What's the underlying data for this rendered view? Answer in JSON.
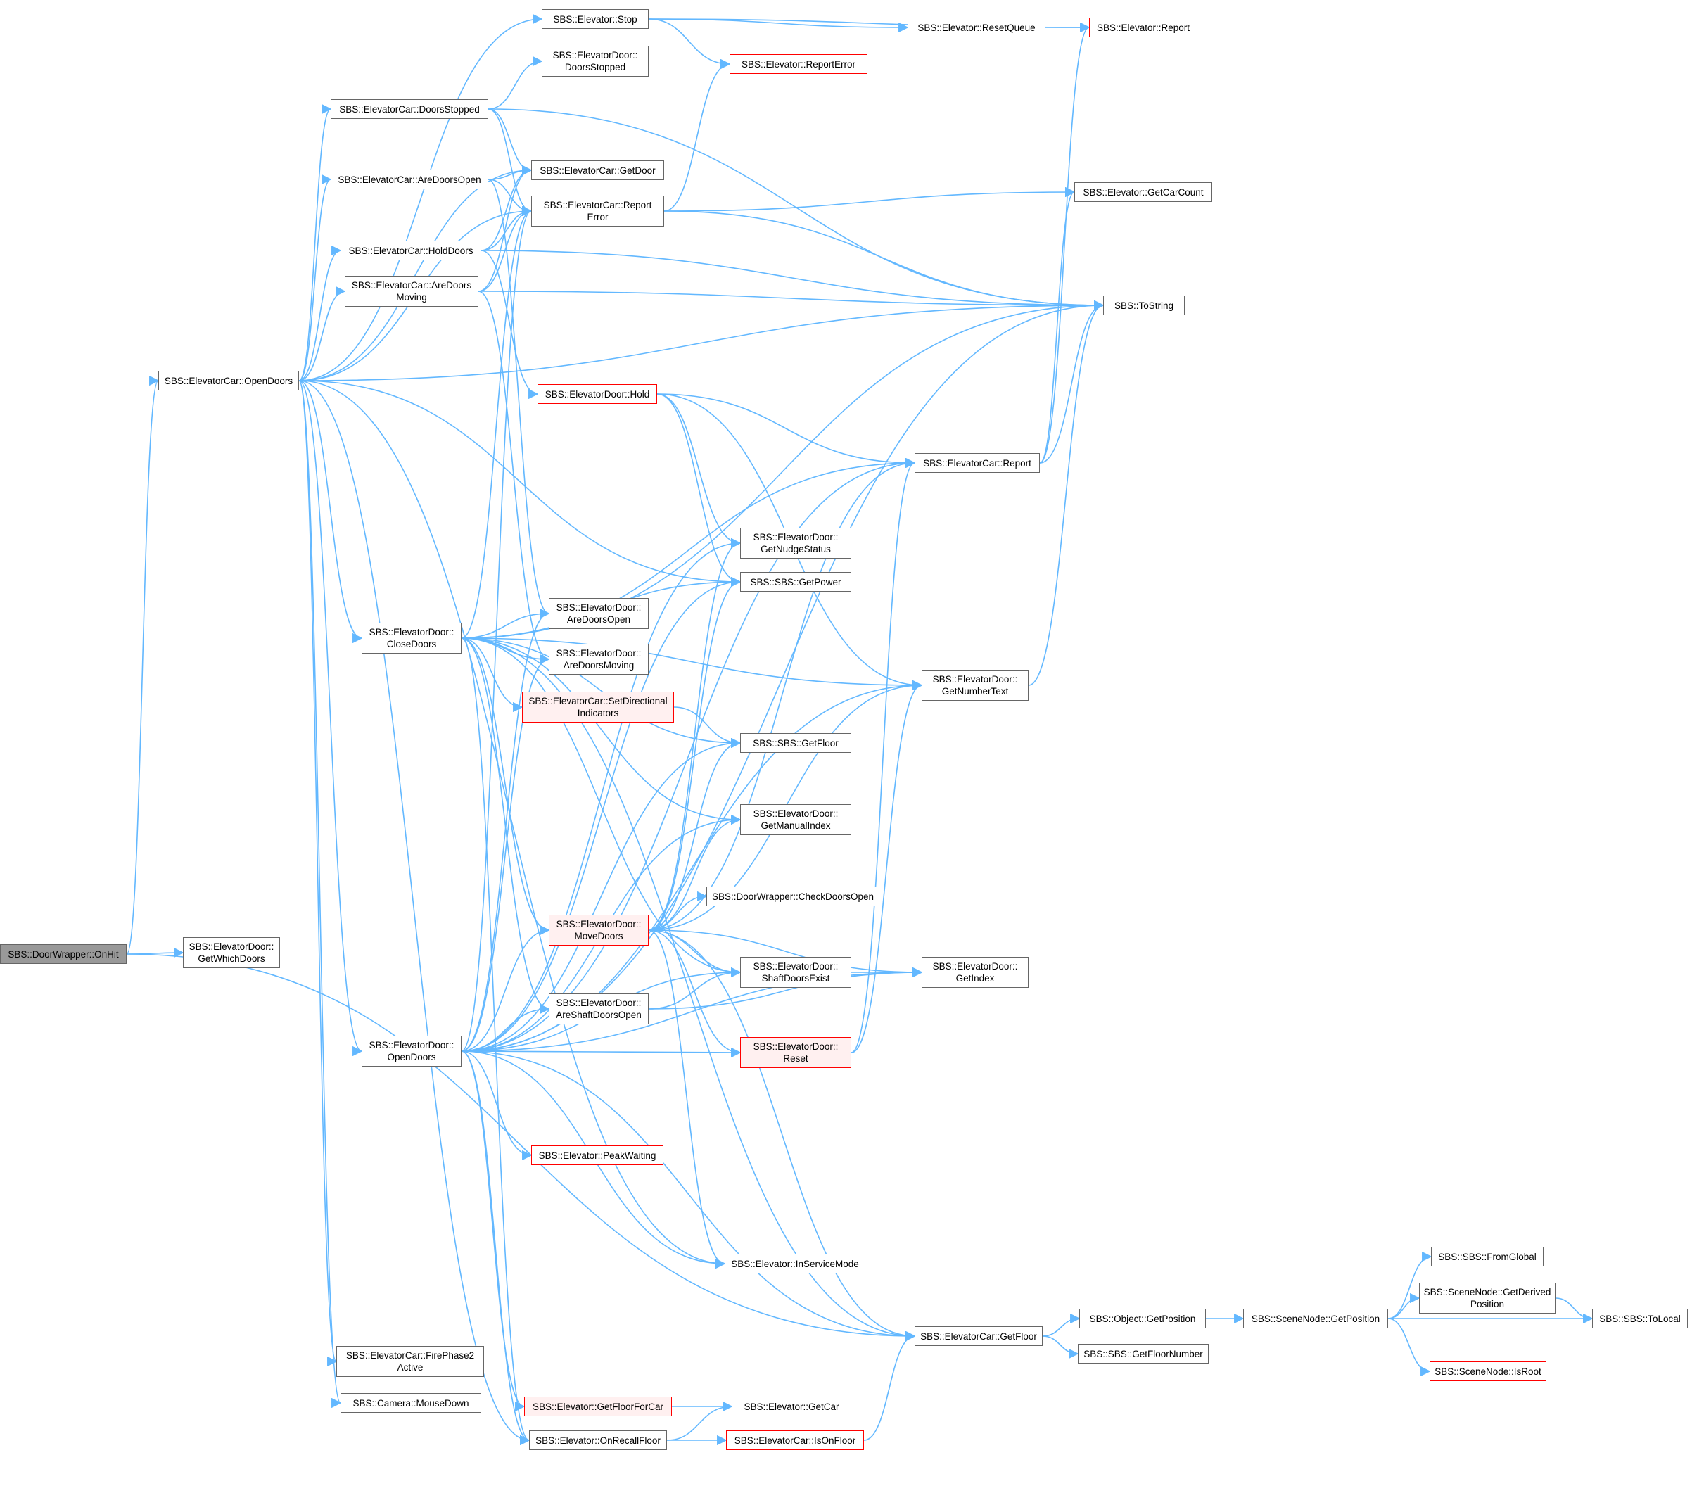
{
  "colors": {
    "edge": "#63b8ff",
    "border": "#666666",
    "error_border": "#ff0000",
    "error_fill": "#fff0f0",
    "root_fill": "#999999"
  },
  "nodes": {
    "onhit": {
      "label": "SBS::DoorWrapper::OnHit",
      "style": "root"
    },
    "getwhichdoors": {
      "label": "SBS::ElevatorDoor::\nGetWhichDoors",
      "style": "normal"
    },
    "opendoors_car": {
      "label": "SBS::ElevatorCar::OpenDoors",
      "style": "normal"
    },
    "stop": {
      "label": "SBS::Elevator::Stop",
      "style": "normal"
    },
    "resetqueue": {
      "label": "SBS::Elevator::ResetQueue",
      "style": "red"
    },
    "report_elev": {
      "label": "SBS::Elevator::Report",
      "style": "red"
    },
    "reporterror_elev": {
      "label": "SBS::Elevator::ReportError",
      "style": "red"
    },
    "door_doorsstopped": {
      "label": "SBS::ElevatorDoor::\nDoorsStopped",
      "style": "normal"
    },
    "car_doorsstopped": {
      "label": "SBS::ElevatorCar::DoorsStopped",
      "style": "normal"
    },
    "car_aredoorsopen": {
      "label": "SBS::ElevatorCar::AreDoorsOpen",
      "style": "normal"
    },
    "car_getdoor": {
      "label": "SBS::ElevatorCar::GetDoor",
      "style": "normal"
    },
    "car_reporterror": {
      "label": "SBS::ElevatorCar::Report\nError",
      "style": "normal"
    },
    "getcarcount": {
      "label": "SBS::Elevator::GetCarCount",
      "style": "normal"
    },
    "car_holddoors": {
      "label": "SBS::ElevatorCar::HoldDoors",
      "style": "normal"
    },
    "car_aredoorsmoving": {
      "label": "SBS::ElevatorCar::AreDoors\nMoving",
      "style": "normal"
    },
    "tostring": {
      "label": "SBS::ToString",
      "style": "normal"
    },
    "door_hold": {
      "label": "SBS::ElevatorDoor::Hold",
      "style": "red"
    },
    "car_report": {
      "label": "SBS::ElevatorCar::Report",
      "style": "normal"
    },
    "getnudgestatus": {
      "label": "SBS::ElevatorDoor::\nGetNudgeStatus",
      "style": "normal"
    },
    "getpower": {
      "label": "SBS::SBS::GetPower",
      "style": "normal"
    },
    "door_closedoors": {
      "label": "SBS::ElevatorDoor::\nCloseDoors",
      "style": "normal"
    },
    "door_aredoorsopen": {
      "label": "SBS::ElevatorDoor::\nAreDoorsOpen",
      "style": "normal"
    },
    "door_aredoorsmoving": {
      "label": "SBS::ElevatorDoor::\nAreDoorsMoving",
      "style": "normal"
    },
    "getnumbertext": {
      "label": "SBS::ElevatorDoor::\nGetNumberText",
      "style": "normal"
    },
    "setdirind": {
      "label": "SBS::ElevatorCar::SetDirectional\nIndicators",
      "style": "redfill"
    },
    "sbs_getfloor": {
      "label": "SBS::SBS::GetFloor",
      "style": "normal"
    },
    "getmanualindex": {
      "label": "SBS::ElevatorDoor::\nGetManualIndex",
      "style": "normal"
    },
    "checkdoorsopen": {
      "label": "SBS::DoorWrapper::CheckDoorsOpen",
      "style": "normal"
    },
    "movedoors": {
      "label": "SBS::ElevatorDoor::\nMoveDoors",
      "style": "redfill"
    },
    "shaftdoorsexist": {
      "label": "SBS::ElevatorDoor::\nShaftDoorsExist",
      "style": "normal"
    },
    "getindex": {
      "label": "SBS::ElevatorDoor::\nGetIndex",
      "style": "normal"
    },
    "areshaftdoorsopen": {
      "label": "SBS::ElevatorDoor::\nAreShaftDoorsOpen",
      "style": "normal"
    },
    "door_opendoors": {
      "label": "SBS::ElevatorDoor::\nOpenDoors",
      "style": "normal"
    },
    "door_reset": {
      "label": "SBS::ElevatorDoor::\nReset",
      "style": "redfill"
    },
    "peakwaiting": {
      "label": "SBS::Elevator::PeakWaiting",
      "style": "red"
    },
    "inservicemode": {
      "label": "SBS::Elevator::InServiceMode",
      "style": "normal"
    },
    "frombglobal": {
      "label": "SBS::SBS::FromGlobal",
      "style": "normal"
    },
    "getderivedposition": {
      "label": "SBS::SceneNode::GetDerived\nPosition",
      "style": "normal"
    },
    "tolocal": {
      "label": "SBS::SBS::ToLocal",
      "style": "normal"
    },
    "obj_getposition": {
      "label": "SBS::Object::GetPosition",
      "style": "normal"
    },
    "sn_getposition": {
      "label": "SBS::SceneNode::GetPosition",
      "style": "normal"
    },
    "car_getfloor": {
      "label": "SBS::ElevatorCar::GetFloor",
      "style": "normal"
    },
    "isroot": {
      "label": "SBS::SceneNode::IsRoot",
      "style": "red"
    },
    "getfloornumber": {
      "label": "SBS::SBS::GetFloorNumber",
      "style": "normal"
    },
    "firephase2": {
      "label": "SBS::ElevatorCar::FirePhase2\nActive",
      "style": "normal"
    },
    "mousedown": {
      "label": "SBS::Camera::MouseDown",
      "style": "normal"
    },
    "getfloorforcar": {
      "label": "SBS::Elevator::GetFloorForCar",
      "style": "redfill"
    },
    "getcar": {
      "label": "SBS::Elevator::GetCar",
      "style": "normal"
    },
    "onrecallfloor": {
      "label": "SBS::Elevator::OnRecallFloor",
      "style": "normal"
    },
    "isonfloor": {
      "label": "SBS::ElevatorCar::IsOnFloor",
      "style": "red"
    }
  },
  "edges": [
    [
      "onhit",
      "getwhichdoors"
    ],
    [
      "onhit",
      "opendoors_car"
    ],
    [
      "onhit",
      "car_getfloor"
    ],
    [
      "opendoors_car",
      "stop"
    ],
    [
      "opendoors_car",
      "car_doorsstopped"
    ],
    [
      "opendoors_car",
      "car_aredoorsopen"
    ],
    [
      "opendoors_car",
      "car_getdoor"
    ],
    [
      "opendoors_car",
      "car_reporterror"
    ],
    [
      "opendoors_car",
      "car_holddoors"
    ],
    [
      "opendoors_car",
      "car_aredoorsmoving"
    ],
    [
      "opendoors_car",
      "tostring"
    ],
    [
      "opendoors_car",
      "getpower"
    ],
    [
      "opendoors_car",
      "door_closedoors"
    ],
    [
      "opendoors_car",
      "door_opendoors"
    ],
    [
      "opendoors_car",
      "inservicemode"
    ],
    [
      "opendoors_car",
      "firephase2"
    ],
    [
      "opendoors_car",
      "mousedown"
    ],
    [
      "opendoors_car",
      "onrecallfloor"
    ],
    [
      "stop",
      "resetqueue"
    ],
    [
      "stop",
      "report_elev"
    ],
    [
      "stop",
      "reporterror_elev"
    ],
    [
      "resetqueue",
      "report_elev"
    ],
    [
      "car_doorsstopped",
      "door_doorsstopped"
    ],
    [
      "car_doorsstopped",
      "car_getdoor"
    ],
    [
      "car_doorsstopped",
      "car_reporterror"
    ],
    [
      "car_doorsstopped",
      "tostring"
    ],
    [
      "car_aredoorsopen",
      "car_getdoor"
    ],
    [
      "car_aredoorsopen",
      "car_reporterror"
    ],
    [
      "car_aredoorsopen",
      "door_aredoorsopen"
    ],
    [
      "car_reporterror",
      "reporterror_elev"
    ],
    [
      "car_reporterror",
      "getcarcount"
    ],
    [
      "car_reporterror",
      "tostring"
    ],
    [
      "car_holddoors",
      "car_getdoor"
    ],
    [
      "car_holddoors",
      "car_reporterror"
    ],
    [
      "car_holddoors",
      "tostring"
    ],
    [
      "car_holddoors",
      "door_hold"
    ],
    [
      "car_aredoorsmoving",
      "car_getdoor"
    ],
    [
      "car_aredoorsmoving",
      "car_reporterror"
    ],
    [
      "car_aredoorsmoving",
      "tostring"
    ],
    [
      "car_aredoorsmoving",
      "door_aredoorsmoving"
    ],
    [
      "door_hold",
      "car_report"
    ],
    [
      "door_hold",
      "getnudgestatus"
    ],
    [
      "door_hold",
      "getpower"
    ],
    [
      "door_hold",
      "getnumbertext"
    ],
    [
      "car_report",
      "report_elev"
    ],
    [
      "car_report",
      "getcarcount"
    ],
    [
      "car_report",
      "tostring"
    ],
    [
      "getnumbertext",
      "tostring"
    ],
    [
      "door_closedoors",
      "car_reporterror"
    ],
    [
      "door_closedoors",
      "tostring"
    ],
    [
      "door_closedoors",
      "car_report"
    ],
    [
      "door_closedoors",
      "getpower"
    ],
    [
      "door_closedoors",
      "door_aredoorsopen"
    ],
    [
      "door_closedoors",
      "door_aredoorsmoving"
    ],
    [
      "door_closedoors",
      "getnumbertext"
    ],
    [
      "door_closedoors",
      "setdirind"
    ],
    [
      "door_closedoors",
      "sbs_getfloor"
    ],
    [
      "door_closedoors",
      "getmanualindex"
    ],
    [
      "door_closedoors",
      "movedoors"
    ],
    [
      "door_closedoors",
      "shaftdoorsexist"
    ],
    [
      "door_closedoors",
      "areshaftdoorsopen"
    ],
    [
      "door_closedoors",
      "car_getfloor"
    ],
    [
      "door_closedoors",
      "onrecallfloor"
    ],
    [
      "setdirind",
      "sbs_getfloor"
    ],
    [
      "movedoors",
      "getnudgestatus"
    ],
    [
      "movedoors",
      "getpower"
    ],
    [
      "movedoors",
      "sbs_getfloor"
    ],
    [
      "movedoors",
      "getmanualindex"
    ],
    [
      "movedoors",
      "checkdoorsopen"
    ],
    [
      "movedoors",
      "shaftdoorsexist"
    ],
    [
      "movedoors",
      "getindex"
    ],
    [
      "movedoors",
      "door_reset"
    ],
    [
      "movedoors",
      "car_report"
    ],
    [
      "movedoors",
      "getnumbertext"
    ],
    [
      "movedoors",
      "inservicemode"
    ],
    [
      "movedoors",
      "car_getfloor"
    ],
    [
      "shaftdoorsexist",
      "getindex"
    ],
    [
      "areshaftdoorsopen",
      "shaftdoorsexist"
    ],
    [
      "areshaftdoorsopen",
      "getindex"
    ],
    [
      "door_reset",
      "car_report"
    ],
    [
      "door_reset",
      "getnumbertext"
    ],
    [
      "door_opendoors",
      "car_reporterror"
    ],
    [
      "door_opendoors",
      "getpower"
    ],
    [
      "door_opendoors",
      "door_aredoorsopen"
    ],
    [
      "door_opendoors",
      "door_aredoorsmoving"
    ],
    [
      "door_opendoors",
      "getnumbertext"
    ],
    [
      "door_opendoors",
      "sbs_getfloor"
    ],
    [
      "door_opendoors",
      "getmanualindex"
    ],
    [
      "door_opendoors",
      "movedoors"
    ],
    [
      "door_opendoors",
      "shaftdoorsexist"
    ],
    [
      "door_opendoors",
      "areshaftdoorsopen"
    ],
    [
      "door_opendoors",
      "door_reset"
    ],
    [
      "door_opendoors",
      "getindex"
    ],
    [
      "door_opendoors",
      "peakwaiting"
    ],
    [
      "door_opendoors",
      "inservicemode"
    ],
    [
      "door_opendoors",
      "car_getfloor"
    ],
    [
      "door_opendoors",
      "getfloorforcar"
    ],
    [
      "door_opendoors",
      "onrecallfloor"
    ],
    [
      "door_opendoors",
      "getnudgestatus"
    ],
    [
      "door_opendoors",
      "car_report"
    ],
    [
      "car_getfloor",
      "obj_getposition"
    ],
    [
      "car_getfloor",
      "getfloornumber"
    ],
    [
      "obj_getposition",
      "sn_getposition"
    ],
    [
      "sn_getposition",
      "frombglobal"
    ],
    [
      "sn_getposition",
      "getderivedposition"
    ],
    [
      "sn_getposition",
      "tolocal"
    ],
    [
      "sn_getposition",
      "isroot"
    ],
    [
      "getderivedposition",
      "tolocal"
    ],
    [
      "getfloorforcar",
      "getcar"
    ],
    [
      "onrecallfloor",
      "getcar"
    ],
    [
      "onrecallfloor",
      "isonfloor"
    ],
    [
      "isonfloor",
      "car_getfloor"
    ],
    [
      "opendoors_car",
      "tostring"
    ],
    [
      "door_opendoors",
      "tostring"
    ]
  ]
}
